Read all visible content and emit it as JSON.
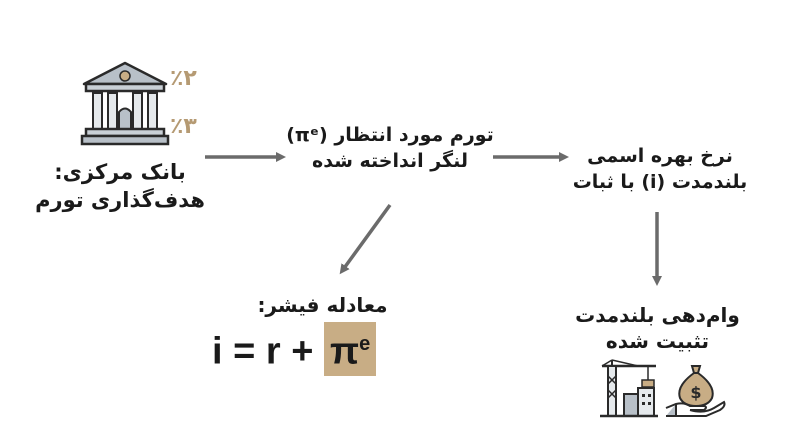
{
  "nodes": {
    "central_bank": {
      "line1": "بانک مرکزی:",
      "line2": "هدف‌گذاری تورم",
      "pct_top": "٪۲",
      "pct_bottom": "٪۳"
    },
    "expected_inflation": {
      "line1": "تورم مورد انتظار (πᵉ)",
      "line2": "لنگر انداخته شده"
    },
    "nominal_rate": {
      "line1": "نرخ بهره اسمی",
      "line2": "بلندمدت (i) با ثبات"
    },
    "long_term_lending": {
      "line1": "وام‌دهی بلندمدت",
      "line2": "تثبیت شده"
    },
    "fisher": {
      "title": "معادله فیشر:",
      "eq_left": "i = r + ",
      "eq_pi": "π",
      "eq_sup": "e"
    }
  },
  "colors": {
    "accent": "#c8ad85",
    "pct_text": "#b59a73",
    "arrow": "#6b6b6b",
    "icon_fill": "#b8c0c8",
    "icon_stroke": "#2a2a2a"
  }
}
